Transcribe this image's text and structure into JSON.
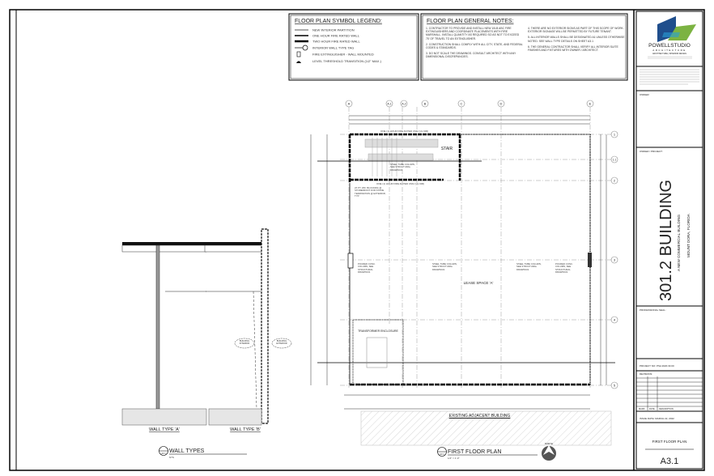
{
  "legend": {
    "title": "FLOOR PLAN SYMBOL LEGEND:",
    "items": [
      {
        "icon": "new-partition-line",
        "label": "NEW INTERIOR PARTITION"
      },
      {
        "icon": "one-hour-wall-line",
        "label": "ONE HOUR FIRE RATED WALL"
      },
      {
        "icon": "two-hour-wall-line",
        "label": "TWO HOUR FIRE RATED WALL"
      },
      {
        "icon": "wall-type-tag",
        "label": "INTERIOR WALL TYPE TAG"
      },
      {
        "icon": "fire-extinguisher",
        "label": "FIRE EXTINGUISHER - WALL MOUNTED"
      },
      {
        "icon": "threshold",
        "label": "LEVEL THRESHOLD TRANSITION (1/2\" MAX.)"
      }
    ]
  },
  "notes": {
    "title": "FLOOR PLAN GENERAL NOTES:",
    "items": [
      "1. CONTRACTOR TO PROVIDE AND INSTALL NEW 10LB ABC FIRE EXTINGUISHERS AND COORDINATE PLACEMENTS WITH FIRE MARSHALL. INSTALL QUANTITY AS REQUIRED SO AS NOT TO EXCEED 75' OF TRAVEL TO AN EXTINGUISHER.",
      "2. CONSTRUCTION SHALL COMPLY WITH ALL CITY, STATE, AND FEDERAL CODES & STANDARDS.",
      "3. DO NOT SCALE THE DRAWINGS. CONSULT ARCHITECT WITH ANY DIMENSIONAL DISCREPANCIES.",
      "4. THERE ARE NO EXTERIOR SIGNS AS PART OF THIS SCOPE OF WORK. EXTERIOR SIGNAGE WILL BE PERMITTED BY FUTURE TENANT.",
      "5. ALL INTERIOR WALLS SHALL BE DESIGNATED A1 UNLESS OTHERWISE NOTED. SEE WALL TYPE DETAILS ON SHEET A3.1",
      "6. THE GENERAL CONTRACTOR SHALL VERIFY ALL INTERIOR SUITE FINISHES AND FIXTURES WITH OWNER / ARCHITECT."
    ]
  },
  "plan": {
    "grid_cols": [
      "A",
      "A.1",
      "A.2",
      "B",
      "C",
      "D",
      "E"
    ],
    "grid_rows": [
      "1",
      "1.1",
      "2",
      "3",
      "4",
      "5"
    ],
    "labels": {
      "top_wall": "ONE (1) HOUR FIRE RATED CMU (UL 906)",
      "stair_wall": "ONE (1) HOUR FIRE RATED CMU (UL 906)",
      "bottom_wall": "ONE (1) HOUR FIRE RATED CMU (UL 906)",
      "stair": "STAIR",
      "steel_tube": "STEEL TUBE COLUMN, SEE STRUCTURAL DRAWINGS",
      "blocking": "2X PT. WD. BLOCKING @ STOREFRONT FOR STONE TERMINATION @ EXTERIOR, TYP.",
      "poured_conc": "POURED CONC. COLUMN, SEE STRUCTURAL DRAWINGS",
      "lease_space": "LEASE SPACE 'A'",
      "transformer": "TRANSFORMER ENCLOSURE",
      "adjacent": "EXISTING ADJACENT BUILDING"
    },
    "title": "FIRST FLOOR PLAN",
    "scale": "1/4\" = 1'-0\"",
    "detail_ref": "A3.1",
    "north": "NORTH"
  },
  "walls": {
    "type_a": "WALL TYPE 'A'",
    "type_b": "WALL TYPE 'B'",
    "building_interior": "BUILDING INTERIOR",
    "building_exterior": "BUILDING EXTERIOR",
    "title": "WALL TYPES",
    "scale": "NTS",
    "detail_ref": "A3.1"
  },
  "titleblock": {
    "firm": "POWELLSTUDIO",
    "firm_sub": "ARCHITECTURE",
    "firm_tag": "ARCHITECTURE  |  INTERIOR DESIGN",
    "owner_label": "OWNER:",
    "owner_project_label": "OWNER / PROJECT:",
    "project_name": "301.2 BUILDING",
    "project_desc": "A NEW COMMERCIAL BUILDING",
    "project_location": "MOUNT DORA, FLORIDA",
    "seal_label": "PROFESSIONAL SEAL:",
    "project_no": "PROJECT NO:   PSA 2020.33.00",
    "revisions_label": "REVISIONS:",
    "rev_cols": [
      "MARK",
      "DATE",
      "DESCRIPTION"
    ],
    "issue_date": "ISSUE DATE:      MARCH 22, 2022",
    "sheet_title": "FIRST FLOOR PLAN",
    "sheet_no": "A3.1",
    "colors": {
      "logo_blue": "#1f4e8c",
      "logo_green": "#7cb342",
      "logo_teal": "#2a9fd6"
    }
  }
}
